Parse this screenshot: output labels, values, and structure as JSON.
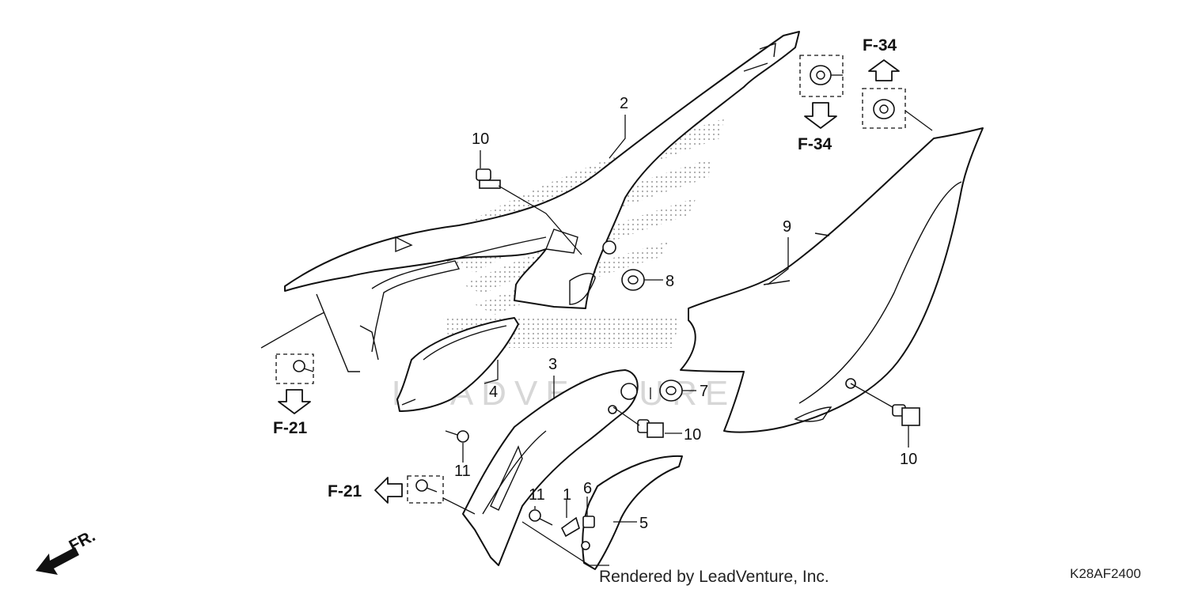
{
  "diagram": {
    "render_credit": "Rendered by LeadVenture, Inc.",
    "diagram_code": "K28AF2400",
    "front_label": "FR.",
    "watermark_text": "LEADVENTURE",
    "accent_color": "#111111",
    "callouts": {
      "c1": "1",
      "c2": "2",
      "c3": "3",
      "c4": "4",
      "c5": "5",
      "c6": "6",
      "c7": "7",
      "c8": "8",
      "c9": "9",
      "c10a": "10",
      "c10b": "10",
      "c10c": "10",
      "c11a": "11",
      "c11b": "11"
    },
    "refs": {
      "f34_top": "F-34",
      "f34_bottom": "F-34",
      "f21_left": "F-21",
      "f21_bottom": "F-21"
    }
  }
}
